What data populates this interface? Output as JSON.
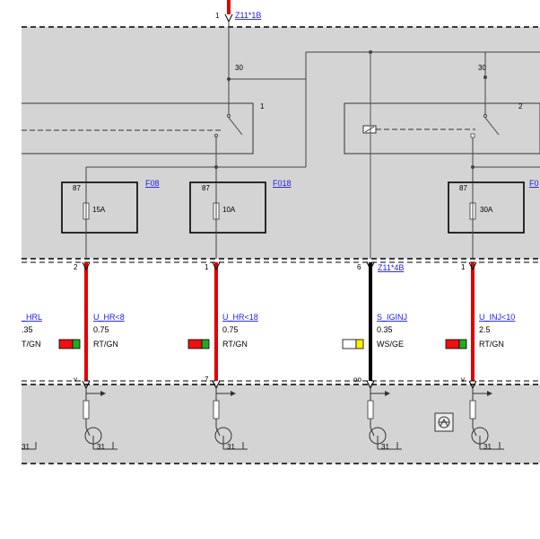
{
  "colors": {
    "panel": "#d4d4d4",
    "wire_red": "#e00000",
    "wire_black": "#000000",
    "link": "#1a1aee",
    "swatch_red": "#ee1111",
    "swatch_green": "#22aa22",
    "swatch_white": "#ffffff",
    "swatch_yellow": "#ffee00"
  },
  "top_connector": {
    "pin": "1",
    "label": "Z11*1B"
  },
  "relay_panel": {
    "terminal_30_a": "30",
    "terminal_30_b": "30",
    "relay_1_label": "1",
    "relay_2_label": "2"
  },
  "fuses": [
    {
      "id": "F08",
      "terminal": "87",
      "rating": "15A"
    },
    {
      "id": "F018",
      "terminal": "87",
      "rating": "10A"
    },
    {
      "id": "",
      "terminal": "87",
      "rating": "30A",
      "partial_id": "F0"
    }
  ],
  "connector_pins": [
    "2",
    "1",
    "6",
    "1"
  ],
  "connector_z11_4b": "Z11*4B",
  "wires": [
    {
      "name": "U_HR<8",
      "gauge": "0.75",
      "color_code": "RT/GN",
      "swatch": [
        "red",
        "green"
      ]
    },
    {
      "name": "U_HR<18",
      "gauge": "0.75",
      "color_code": "RT/GN",
      "swatch": [
        "red",
        "green"
      ]
    },
    {
      "name": "S_IGINJ",
      "gauge": "0.35",
      "color_code": "WS/GE",
      "swatch": [
        "white",
        "yellow"
      ]
    },
    {
      "name": "U_INJ<10",
      "gauge": "2.5",
      "color_code": "RT/GN",
      "swatch": [
        "red",
        "green"
      ]
    }
  ],
  "clipped_wire_left": {
    "name": "_HRL",
    "gauge": ".35",
    "color_code": "T/GN"
  },
  "ground_terminal": "31",
  "bottom_pins": [
    "v",
    "7",
    "oo",
    "v"
  ],
  "icons": [
    "arrow-right-icon",
    "transistor-icon",
    "ground-icon",
    "module-symbol-icon"
  ]
}
